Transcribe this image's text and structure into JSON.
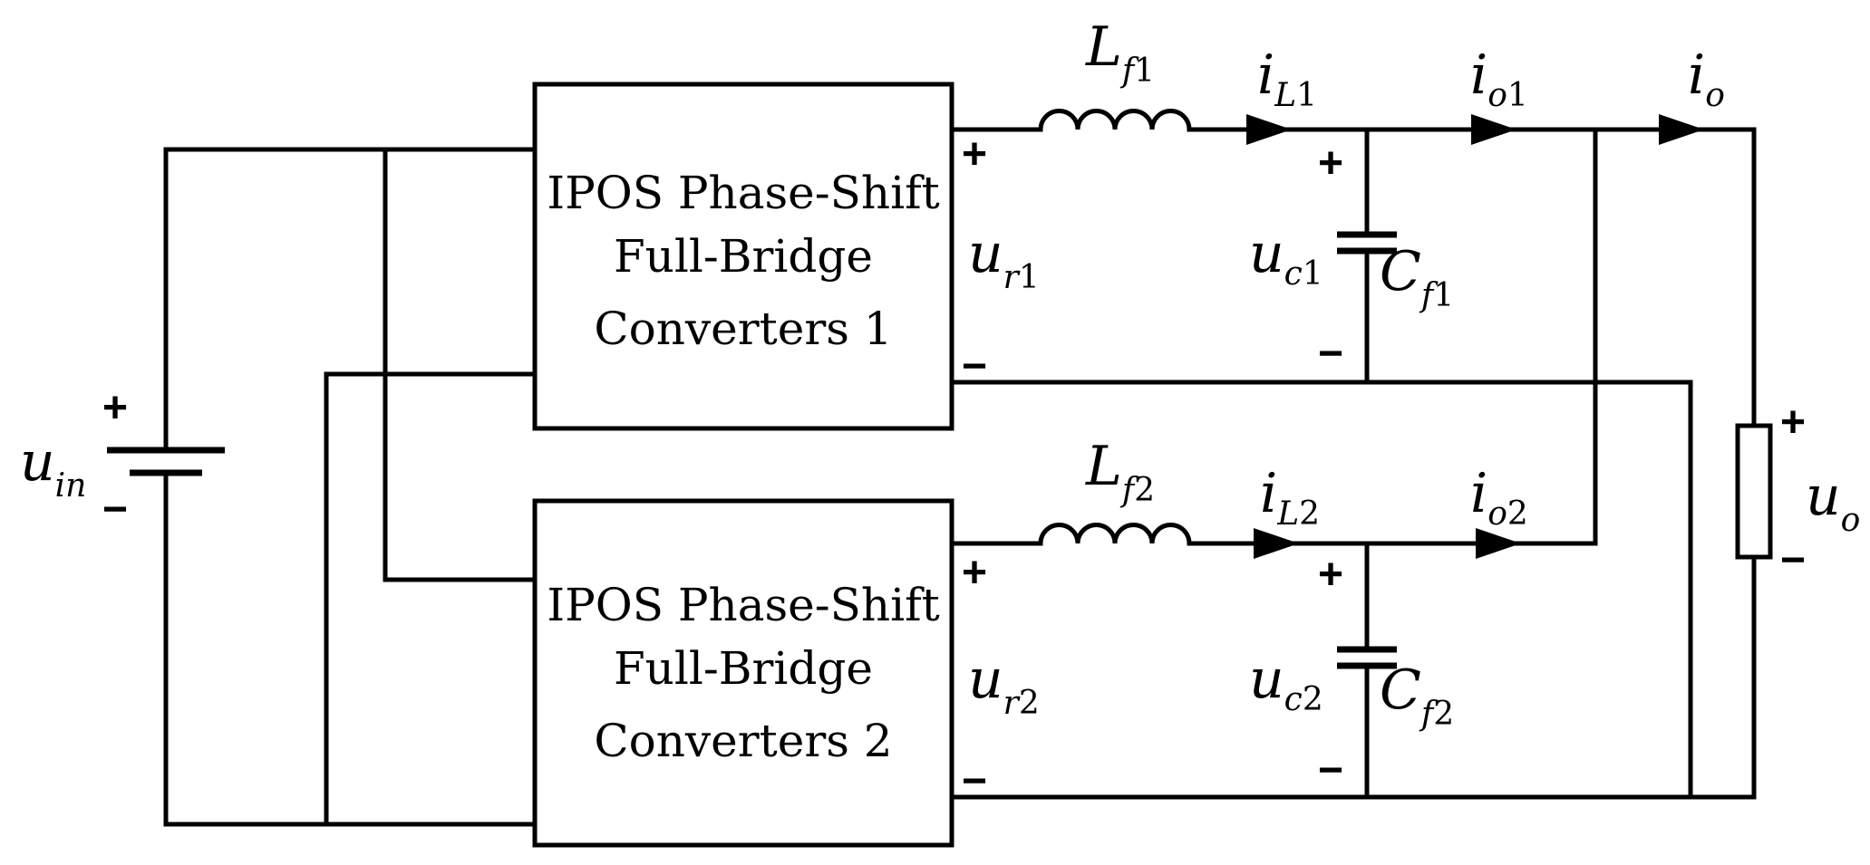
{
  "converter1": {
    "line1": "IPOS Phase-Shift",
    "line2": "Full-Bridge",
    "line3": "Converters 1"
  },
  "converter2": {
    "line1": "IPOS Phase-Shift",
    "line2": "Full-Bridge",
    "line3": "Converters 2"
  },
  "labels": {
    "uin": {
      "main": "u",
      "sub": "in"
    },
    "ur1": {
      "main": "u",
      "sub": "r",
      "idx": "1"
    },
    "ur2": {
      "main": "u",
      "sub": "r",
      "idx": "2"
    },
    "Lf1": {
      "main": "L",
      "sub": "f",
      "idx": "1"
    },
    "Lf2": {
      "main": "L",
      "sub": "f",
      "idx": "2"
    },
    "iL1": {
      "main": "i",
      "sub": "L",
      "idx": "1"
    },
    "iL2": {
      "main": "i",
      "sub": "L",
      "idx": "2"
    },
    "io1": {
      "main": "i",
      "sub": "o",
      "idx": "1"
    },
    "io2": {
      "main": "i",
      "sub": "o",
      "idx": "2"
    },
    "io": {
      "main": "i",
      "sub": "o"
    },
    "uc1": {
      "main": "u",
      "sub": "c",
      "idx": "1"
    },
    "uc2": {
      "main": "u",
      "sub": "c",
      "idx": "2"
    },
    "Cf1": {
      "main": "C",
      "sub": "f",
      "idx": "1"
    },
    "Cf2": {
      "main": "C",
      "sub": "f",
      "idx": "2"
    },
    "uo": {
      "main": "u",
      "sub": "o"
    }
  },
  "signs": {
    "plus": "+",
    "minus": "−"
  }
}
